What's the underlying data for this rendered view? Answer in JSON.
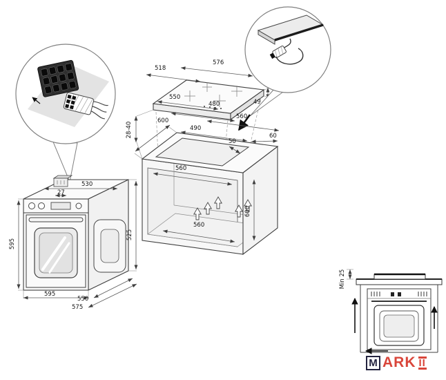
{
  "hob": {
    "dims": {
      "overall_depth": "518",
      "overall_width": "576",
      "cutout_width": "550",
      "cutout_depth": "480",
      "thickness": "49"
    }
  },
  "cabinet": {
    "dims": {
      "hob_gap": "28-40",
      "top_depth": "600",
      "cutout_depth": "490",
      "cutout_width": "560",
      "front_margin": "50",
      "side_margin": "60",
      "inner_width": "560",
      "height": "600",
      "base_width": "560"
    }
  },
  "oven": {
    "dims": {
      "body_width": "530",
      "rear_offset": "27",
      "front_height": "595",
      "front_width": "595",
      "body_depth": "550",
      "overall_depth": "575",
      "body_height": "525"
    }
  },
  "installation": {
    "min_clearance": "Min 25"
  },
  "logo": {
    "m": "M",
    "ark": "ARK",
    "numeral": "II"
  }
}
